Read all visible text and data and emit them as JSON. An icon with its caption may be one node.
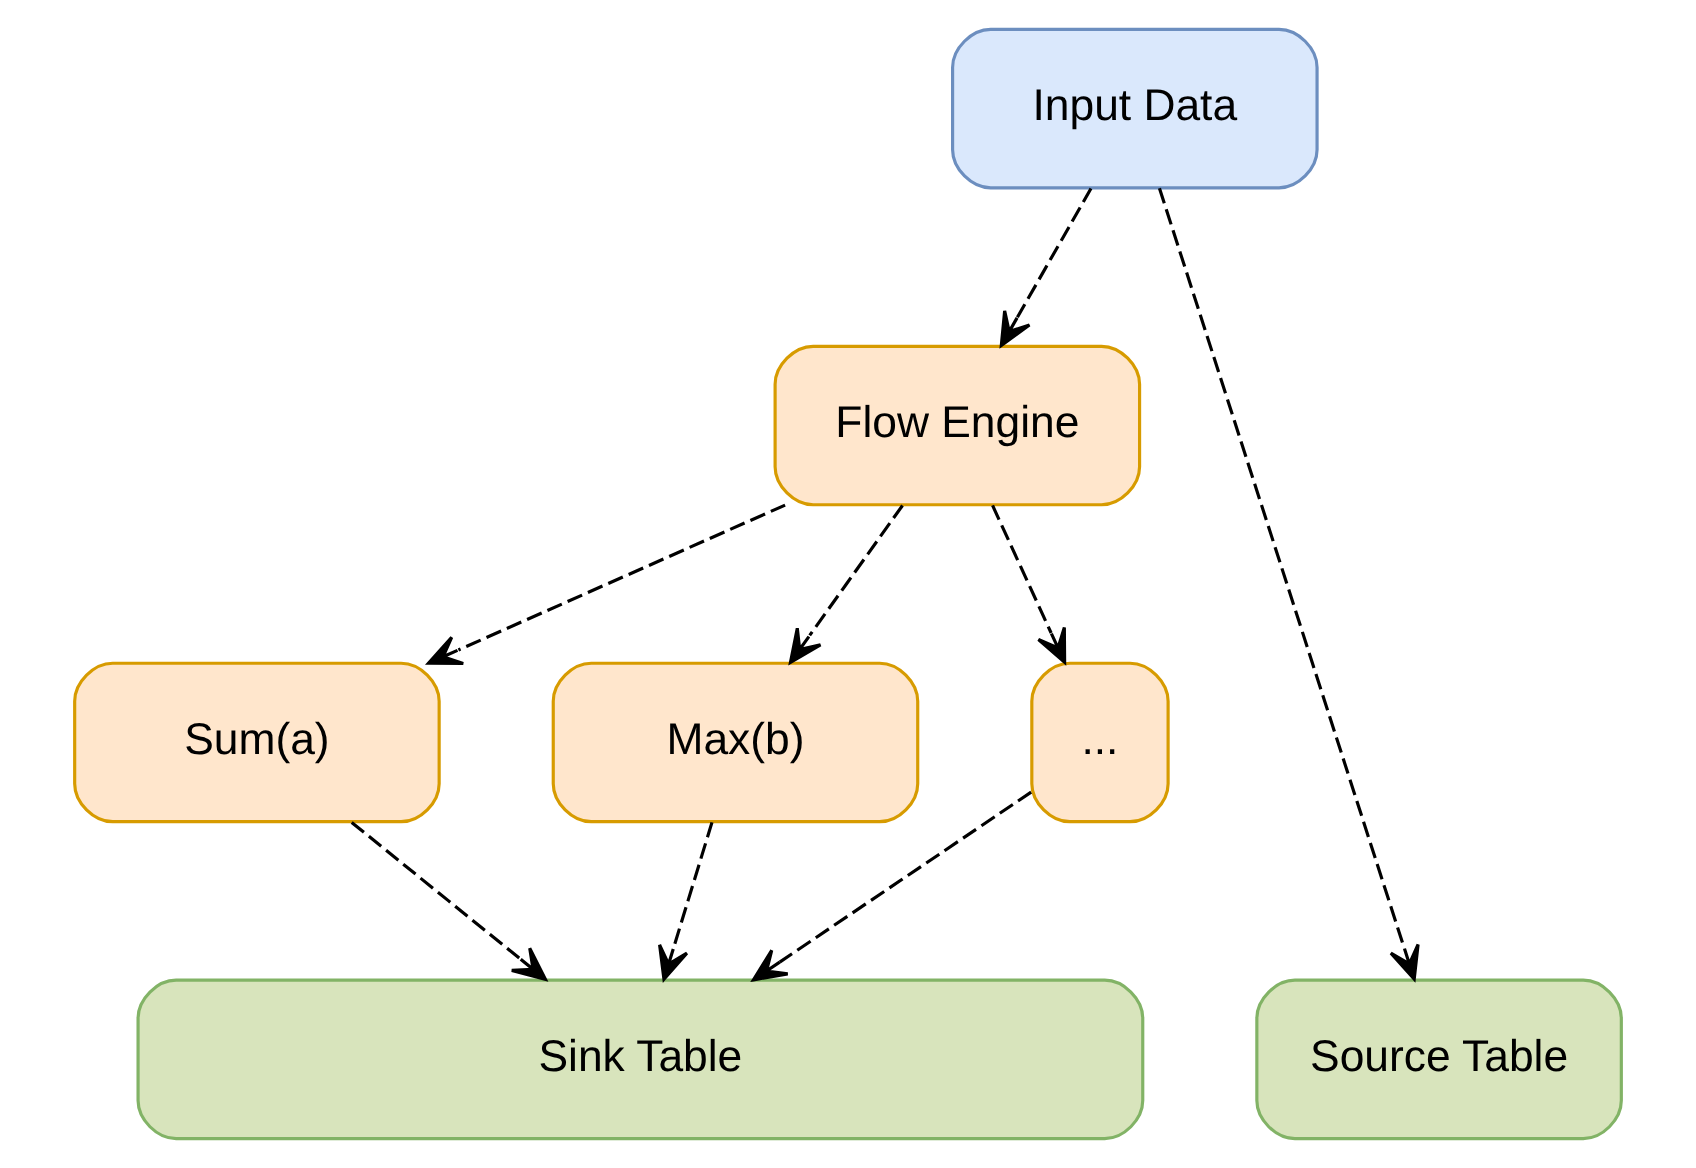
{
  "diagram": {
    "nodes": [
      {
        "text": [
          "Input Data"
        ]
      },
      {
        "text": [
          "Flow Engine"
        ]
      },
      {
        "text": [
          "Sum(a)"
        ]
      },
      {
        "text": [
          "Max(b)"
        ]
      },
      {
        "text": [
          "..."
        ]
      },
      {
        "text": [
          "Source Table"
        ]
      },
      {
        "text": [
          "Sink Table"
        ]
      }
    ],
    "edges": [
      {
        "from": 0,
        "to": 5,
        "arrow": "to",
        "style": "dashed"
      },
      {
        "from": 0,
        "to": 1,
        "arrow": "to",
        "style": "dashed"
      },
      {
        "from": 1,
        "to": 2,
        "arrow": "to",
        "style": "dashed"
      },
      {
        "from": 1,
        "to": 3,
        "arrow": "to",
        "style": "dashed"
      },
      {
        "from": 1,
        "to": 4,
        "arrow": "to",
        "style": "dashed"
      },
      {
        "from": 2,
        "to": 6,
        "arrow": "to",
        "style": "dashed"
      },
      {
        "from": 3,
        "to": 6,
        "arrow": "to",
        "style": "dashed"
      },
      {
        "from": 4,
        "to": 6,
        "arrow": "to",
        "style": "dashed"
      }
    ]
  }
}
